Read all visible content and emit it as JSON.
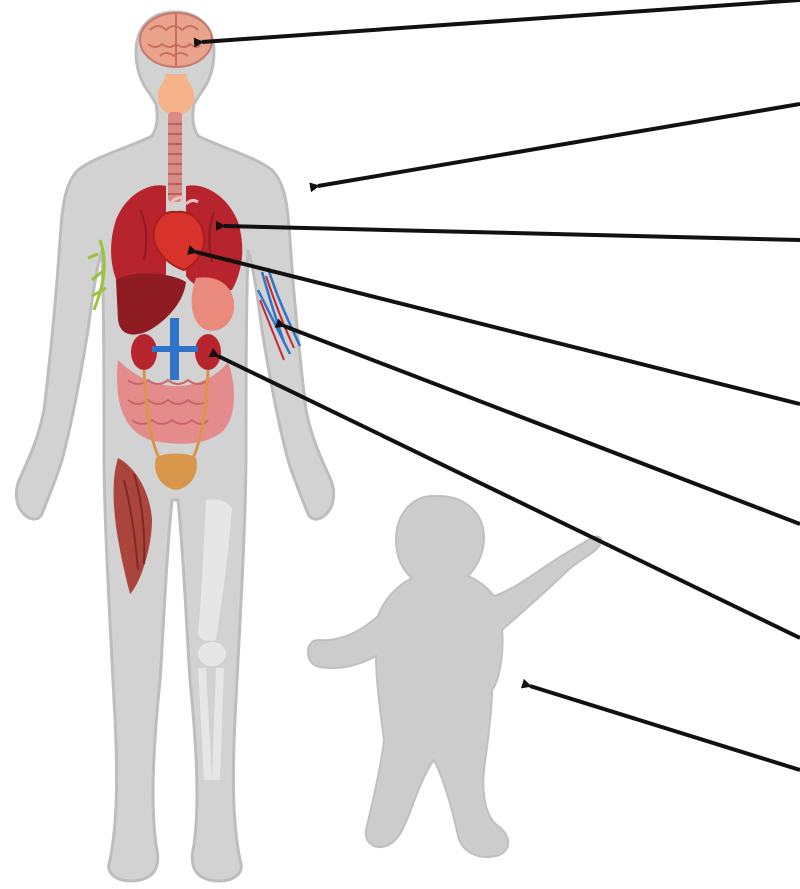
{
  "diagram": {
    "type": "anatomy-labeling-worksheet",
    "labels_visible": false,
    "figures": [
      "adult-human-body",
      "child-silhouette"
    ],
    "organs": [
      "brain",
      "pituitary-gland",
      "trachea",
      "lungs",
      "heart",
      "liver",
      "stomach",
      "kidneys",
      "aorta",
      "intestines",
      "bladder",
      "thigh-muscle",
      "leg-bones",
      "arm-blood-vessels",
      "nerve"
    ],
    "pointers": [
      {
        "id": "arrow-brain",
        "target": "brain"
      },
      {
        "id": "arrow-body",
        "target": "skin"
      },
      {
        "id": "arrow-lungs",
        "target": "lungs"
      },
      {
        "id": "arrow-heart",
        "target": "heart"
      },
      {
        "id": "arrow-vessels",
        "target": "blood-vessels"
      },
      {
        "id": "arrow-kidneys",
        "target": "kidneys"
      },
      {
        "id": "arrow-child",
        "target": "child"
      }
    ],
    "colors": {
      "body": "#d2d2d2",
      "body_outline": "#bdbdbd",
      "organ_red": "#b8242d",
      "organ_dark": "#8e1c22",
      "heart": "#d8332a",
      "brain": "#e9a28c",
      "pituitary": "#f6b389",
      "intestine": "#e48c8c",
      "vessel_blue": "#2f74c9",
      "bladder": "#d8964a",
      "bone": "#e6e6e6",
      "muscle": "#a9453a",
      "nerve": "#9ac23a",
      "arrow": "#111111"
    }
  }
}
